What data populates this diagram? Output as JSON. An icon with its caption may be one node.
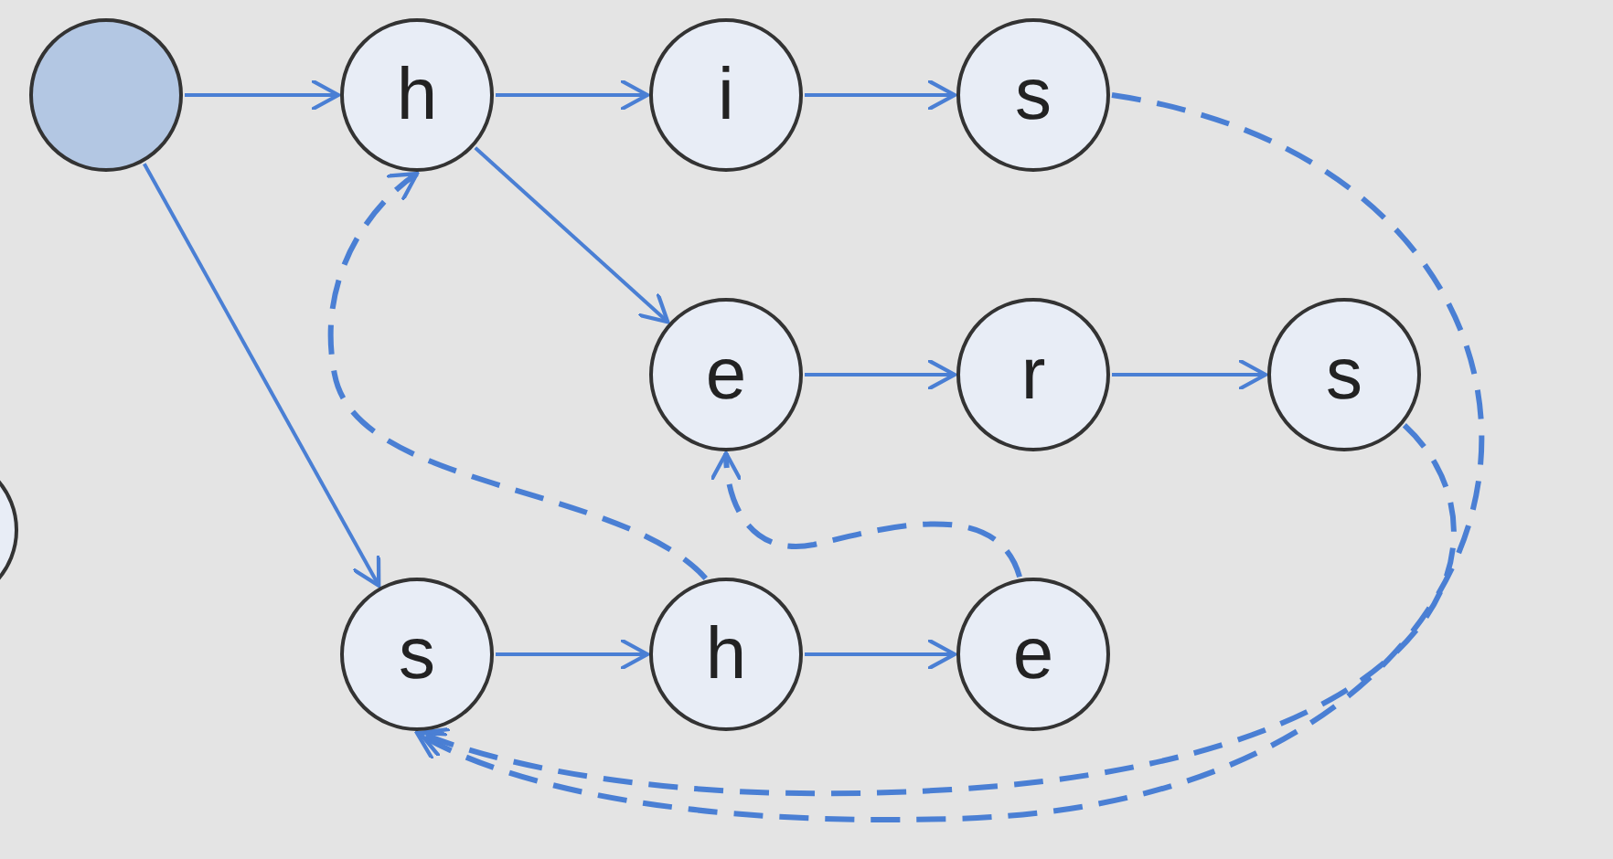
{
  "diagram": {
    "nodes": [
      {
        "text": [],
        "shape": "circle"
      },
      {
        "text": [
          "h"
        ]
      },
      {
        "text": [
          "i"
        ]
      },
      {
        "text": [
          "s"
        ]
      },
      {
        "text": [
          "e"
        ]
      },
      {
        "text": [
          "r"
        ]
      },
      {
        "text": [
          "s"
        ]
      },
      {
        "text": [
          "s"
        ]
      },
      {
        "text": [
          "h"
        ]
      },
      {
        "text": [
          "e"
        ]
      },
      {
        "text": [],
        "shape": "circle"
      }
    ],
    "edges": [
      {
        "from": 0,
        "to": 1,
        "arrow": "to"
      },
      {
        "from": 1,
        "to": 2,
        "arrow": "to"
      },
      {
        "from": 2,
        "to": 3,
        "arrow": "to"
      },
      {
        "from": 1,
        "to": 4,
        "arrow": "to"
      },
      {
        "from": 4,
        "to": 5,
        "arrow": "to"
      },
      {
        "from": 5,
        "to": 6,
        "arrow": "to"
      },
      {
        "from": 0,
        "to": 7,
        "arrow": "to"
      },
      {
        "from": 7,
        "to": 8,
        "arrow": "to"
      },
      {
        "from": 8,
        "to": 9,
        "arrow": "to"
      },
      {
        "from": 3,
        "to": 7,
        "arrow": "to",
        "style": "dashed"
      },
      {
        "from": 6,
        "to": 7,
        "arrow": "to",
        "style": "dashed"
      },
      {
        "from": 8,
        "to": 1,
        "arrow": "to",
        "style": "dashed"
      },
      {
        "from": 9,
        "to": 4,
        "arrow": "to",
        "style": "dashed"
      }
    ]
  }
}
